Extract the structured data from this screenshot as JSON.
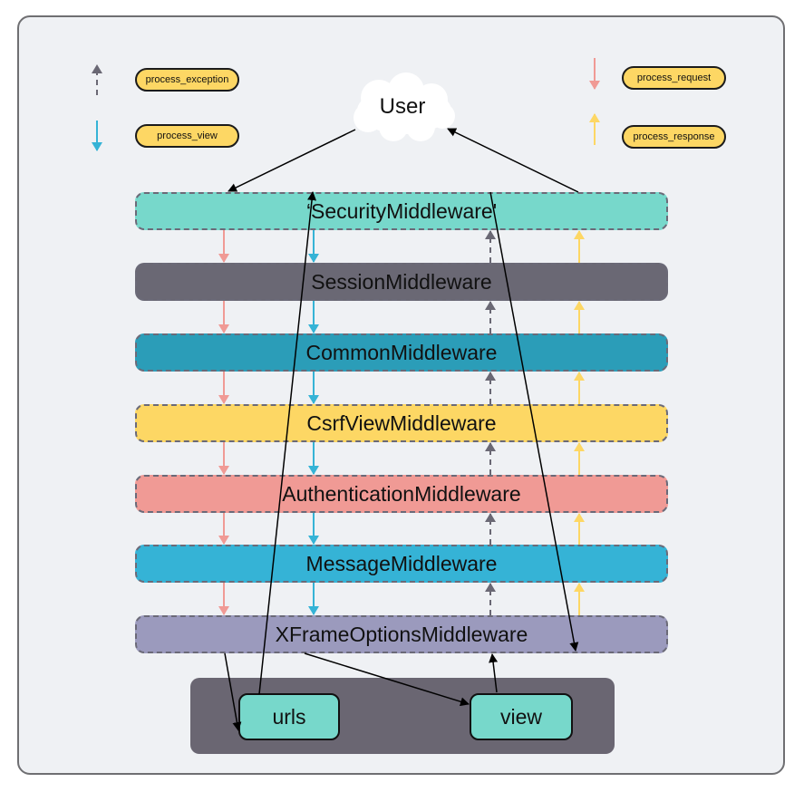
{
  "diagram": {
    "title": "Django middleware request/response flow",
    "user_label": "User",
    "legend": [
      {
        "id": "process_exception",
        "label": "process_exception",
        "arrow": "up",
        "style": "dashed",
        "color": "#6a6874"
      },
      {
        "id": "process_view",
        "label": "process_view",
        "arrow": "down",
        "style": "solid",
        "color": "#35b3d6"
      },
      {
        "id": "process_request",
        "label": "process_request",
        "arrow": "down",
        "style": "solid",
        "color": "#f09a95"
      },
      {
        "id": "process_response",
        "label": "process_response",
        "arrow": "up",
        "style": "solid",
        "color": "#fdd764"
      }
    ],
    "middlewares": [
      {
        "label": "‘SecurityMiddleware'",
        "color": "#77d8cb"
      },
      {
        "label": "SessionMiddleware",
        "color": "#6a6874"
      },
      {
        "label": "CommonMiddleware",
        "color": "#2b9db8"
      },
      {
        "label": "CsrfViewMiddleware",
        "color": "#fdd764"
      },
      {
        "label": "AuthenticationMiddleware",
        "color": "#f09a95"
      },
      {
        "label": "MessageMiddleware",
        "color": "#35b3d6"
      },
      {
        "label": "XFrameOptionsMiddleware",
        "color": "#9b9abd"
      }
    ],
    "app_nodes": [
      {
        "id": "urls",
        "label": "urls"
      },
      {
        "id": "view",
        "label": "view"
      }
    ],
    "colors": {
      "background": "#eff1f4",
      "border": "#6f6f72",
      "app_container": "#6a6672",
      "node_fill": "#77d8cb",
      "legend_pill": "#fdd764"
    }
  }
}
